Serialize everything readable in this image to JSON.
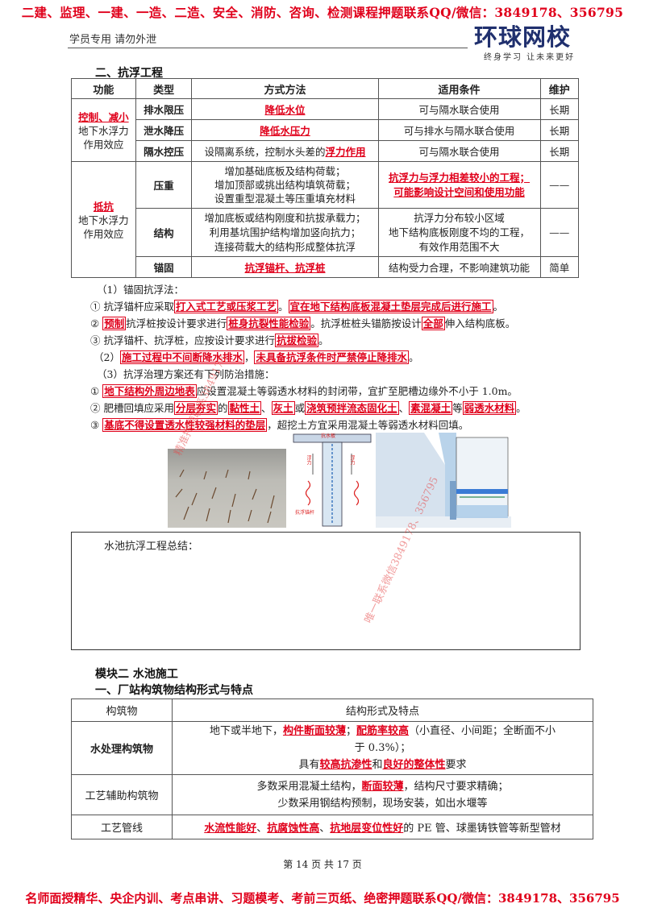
{
  "top_banner": "二建、监理、一建、一造、二造、安全、消防、咨询、检测课程押题联系QQ/微信：3849178、356795",
  "header": {
    "left": "学员专用 请勿外泄",
    "logo_main": "环球网校",
    "logo_sub": "终身学习 让未来更好"
  },
  "section1_title": "二、抗浮工程",
  "table1": {
    "headers": [
      "功能",
      "类型",
      "方式方法",
      "适用条件",
      "维护"
    ],
    "group1_red": "控制、减小",
    "group1_rest": "地下水浮力作用效应",
    "rows_group1": [
      {
        "type": "排水限压",
        "method": "降低水位",
        "cond": "可与隔水联合使用",
        "maint": "长期"
      },
      {
        "type": "泄水降压",
        "method": "降低水压力",
        "cond": "可与排水与隔水联合使用",
        "maint": "长期"
      },
      {
        "type": "隔水控压",
        "method_plain": "设隔离系统，控制水头差的",
        "method_red": "浮力作用",
        "cond": "可与隔水联合使用",
        "maint": "长期"
      }
    ],
    "group2_red": "抵抗",
    "group2_rest": "地下水浮力作用效应",
    "rows_group2": [
      {
        "type": "压重",
        "method_l1": "增加基础底板及结构荷载；",
        "method_l2": "增加顶部或挑出结构填筑荷载；",
        "method_l3": "设置重型混凝土等压重填充材料",
        "cond_l1": "抗浮力与浮力相差较小的工程；",
        "cond_l2": "可能影响设计空间和使用功能",
        "maint": "——"
      },
      {
        "type": "结构",
        "method_l1": "增加底板或结构刚度和抗拔承载力；",
        "method_l2": "利用基坑围护结构增加竖向抗力；",
        "method_l3": "连接荷载大的结构形成整体抗浮",
        "cond_l1": "抗浮力分布较小区域",
        "cond_l2": "地下结构底板刚度不均的工程，",
        "cond_l3": "有效作用范围不大",
        "maint": "——"
      },
      {
        "type": "锚固",
        "method": "抗浮锚杆、抗浮桩",
        "cond": "结构受力合理，不影响建筑功能",
        "maint": "简单"
      }
    ]
  },
  "lines": {
    "l1": "（1）锚固抗浮法：",
    "l2_a": "① 抗浮锚杆应采取",
    "l2_b": "打入式工艺或压浆工艺",
    "l2_c": "。",
    "l2_d": "宜在地下结构底板混凝土垫层完成后进行施工",
    "l2_e": "。",
    "l3_a": "②",
    "l3_b": "预制",
    "l3_c": "抗浮桩按设计要求进行",
    "l3_d": "桩身抗裂性能检验",
    "l3_e": "。抗浮桩桩头锚筋按设计",
    "l3_f": "全部",
    "l3_g": "伸入结构底板。",
    "l4_a": "③ 抗浮锚杆、抗浮桩，应按设计要求进行",
    "l4_b": "抗拔检验",
    "l4_c": "。",
    "l5_a": "（2）",
    "l5_b": "施工过程中不间断降水排水",
    "l5_c": "，",
    "l5_d": "未具备抗浮条件时严禁停止降排水",
    "l5_e": "。",
    "l6": "（3）抗浮治理方案还有下列防治措施：",
    "l7_a": "①",
    "l7_b": "地下结构外周边地表",
    "l7_c": "应设置混凝土等弱透水材料的封闭带，宜扩至肥槽边缘外不小于 1.0m。",
    "l8_a": "② 肥槽回填应采用",
    "l8_b": "分层夯实",
    "l8_c": "的",
    "l8_d": "黏性土",
    "l8_e": "、",
    "l8_f": "灰土",
    "l8_g": "或",
    "l8_h": "浇筑预拌流态固化土",
    "l8_i": "、",
    "l8_j": "素混凝土",
    "l8_k": "等",
    "l8_l": "弱透水材料",
    "l8_m": "。",
    "l9_a": "③",
    "l9_b": "基底不得设置透水性较强材料的垫层",
    "l9_c": "，超挖土方宜采用混凝土等弱透水材料回填。"
  },
  "figure": {
    "label_top": "抗水板",
    "label_left": "浮力",
    "label_right": "浮力",
    "label_bottom": "抗浮锚杆"
  },
  "summary_label": "水池抗浮工程总结：",
  "section2_module": "模块二 水池施工",
  "section2_title": "一、厂站构筑物结构形式与特点",
  "table2": {
    "headers": [
      "构筑物",
      "结构形式及特点"
    ],
    "r1_name": "水处理构筑物",
    "r1_a": "地下或半地下，",
    "r1_b": "构件断面较薄",
    "r1_c": "；",
    "r1_d": "配筋率较高",
    "r1_e": "（小直径、小间距；全断面不小",
    "r1_f": "于 0.3%）；",
    "r1_g": "具有",
    "r1_h": "较高抗渗性",
    "r1_i": "和",
    "r1_j": "良好的整体性",
    "r1_k": "要求",
    "r2_name": "工艺辅助构筑物",
    "r2_a": "多数采用混凝土结构，",
    "r2_b": "断面较薄",
    "r2_c": "，结构尺寸要求精确；",
    "r2_d": "少数采用钢结构预制，现场安装，如出水堰等",
    "r3_name": "工艺管线",
    "r3_a": "水流性能好",
    "r3_b": "、",
    "r3_c": "抗腐蚀性高",
    "r3_d": "、",
    "r3_e": "抗地层变位性好",
    "r3_f": "的 PE 管、球墨铸铁管等新型管材"
  },
  "footer": "第 14 页 共 17 页",
  "bottom_banner": "名师面授精华、央企内训、考点串讲、习题模考、考前三页纸、绝密押题联系QQ/微信：3849178、356795",
  "watermark1": "精准押题联系3849178",
  "watermark2": "唯一联系微信3849178、356795"
}
